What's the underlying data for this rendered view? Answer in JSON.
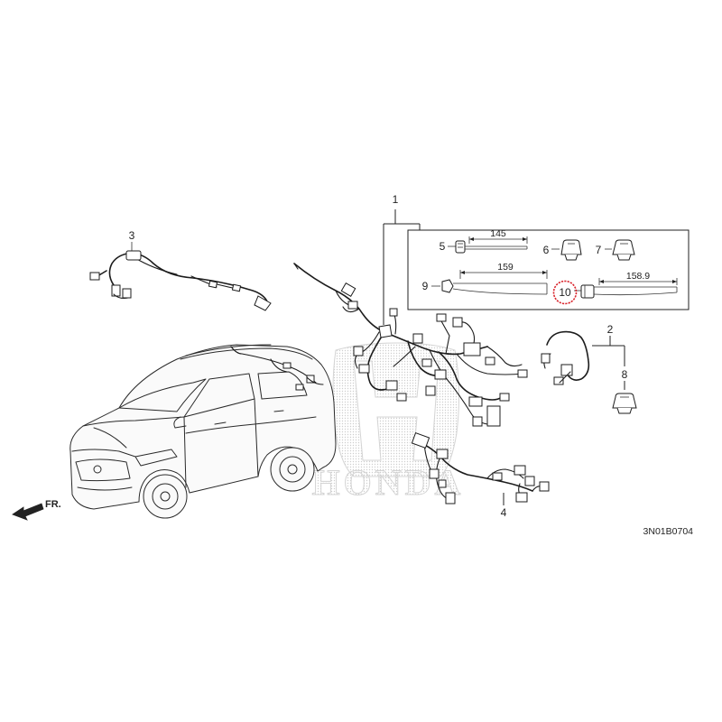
{
  "diagram": {
    "code": "3N01B0704",
    "watermark": "HONDA",
    "front_arrow_label": "FR."
  },
  "callouts": [
    {
      "id": "1",
      "label": "1"
    },
    {
      "id": "2",
      "label": "2"
    },
    {
      "id": "3",
      "label": "3"
    },
    {
      "id": "4",
      "label": "4"
    },
    {
      "id": "5",
      "label": "5"
    },
    {
      "id": "6",
      "label": "6"
    },
    {
      "id": "7",
      "label": "7"
    },
    {
      "id": "8",
      "label": "8"
    },
    {
      "id": "9",
      "label": "9"
    },
    {
      "id": "10",
      "label": "10",
      "highlighted": true
    }
  ],
  "dimensions": {
    "part5_length": "145",
    "part9_length": "159",
    "part10_length": "158.9"
  },
  "colors": {
    "line": "#1c1c1c",
    "highlight_circle": "#d9262e",
    "watermark": "#d8d8d8"
  }
}
